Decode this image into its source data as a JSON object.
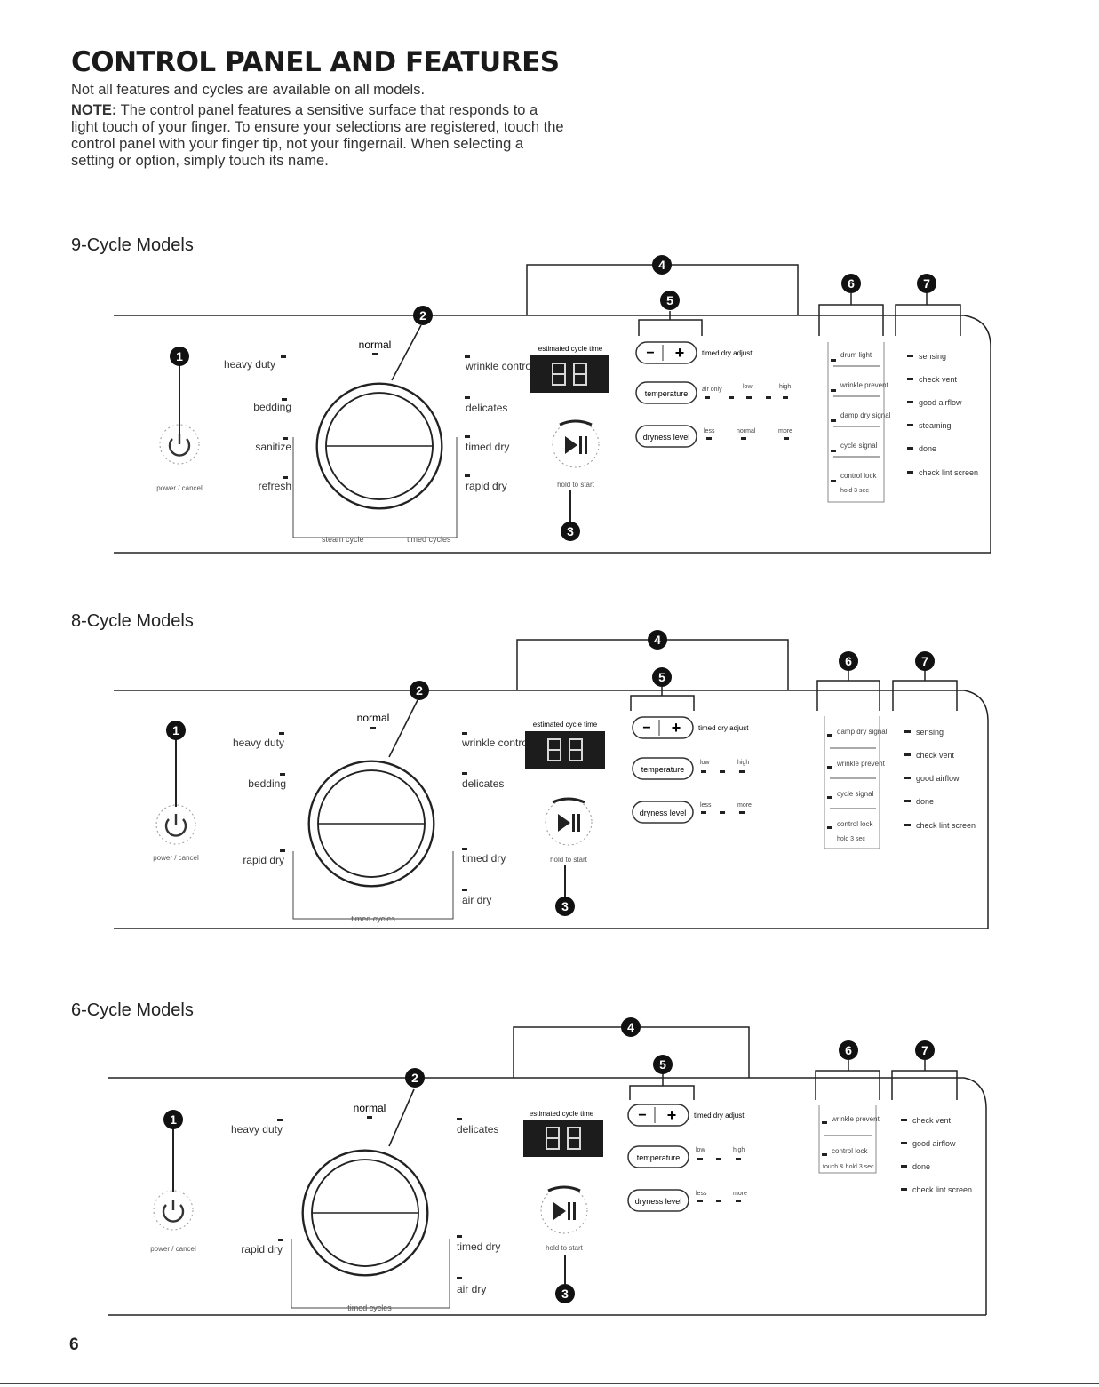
{
  "page": {
    "title": "CONTROL PANEL AND FEATURES",
    "intro": "Not all features and cycles are available on all models.",
    "note_label": "NOTE:",
    "note_text": " The control panel features a sensitive surface that responds to a light touch of your finger. To ensure your selections are registered, touch the control panel with your finger tip, not your fingernail. When selecting a setting or option, simply touch its name.",
    "page_number": "6"
  },
  "callouts": [
    "1",
    "2",
    "3",
    "4",
    "5",
    "6",
    "7"
  ],
  "models": {
    "nine": {
      "title": "9-Cycle Models",
      "power_label": "power / cancel",
      "left_cycles": [
        "heavy duty",
        "bedding",
        "sanitize",
        "refresh"
      ],
      "top_cycle": "normal",
      "right_cycles": [
        "wrinkle control",
        "delicates",
        "timed dry",
        "rapid dry"
      ],
      "group_labels": [
        "steam cycle",
        "timed cycles"
      ],
      "display_label": "estimated cycle time",
      "display_digits": "88",
      "start_label": "hold to start",
      "timed_adjust_label": "timed dry adjust",
      "temperature_label": "temperature",
      "temperature_levels": [
        "air only",
        "low",
        "high"
      ],
      "dryness_label": "dryness level",
      "dryness_levels": [
        "less",
        "normal",
        "more"
      ],
      "options": [
        "drum light",
        "wrinkle prevent",
        "damp dry signal",
        "cycle signal",
        "control lock"
      ],
      "options_hint": "hold 3 sec",
      "status": [
        "sensing",
        "check vent",
        "good airflow",
        "steaming",
        "done",
        "check lint screen"
      ]
    },
    "eight": {
      "title": "8-Cycle Models",
      "power_label": "power / cancel",
      "left_cycles": [
        "heavy duty",
        "bedding",
        "rapid dry"
      ],
      "top_cycle": "normal",
      "right_cycles": [
        "wrinkle control",
        "delicates",
        "timed dry",
        "air dry"
      ],
      "group_labels": [
        "timed cycles"
      ],
      "display_label": "estimated cycle time",
      "display_digits": "88",
      "start_label": "hold to start",
      "timed_adjust_label": "timed dry adjust",
      "temperature_label": "temperature",
      "temperature_levels": [
        "low",
        "high"
      ],
      "dryness_label": "dryness level",
      "dryness_levels": [
        "less",
        "more"
      ],
      "options": [
        "damp dry signal",
        "wrinkle prevent",
        "cycle signal",
        "control lock"
      ],
      "options_hint": "hold 3 sec",
      "status": [
        "sensing",
        "check vent",
        "good airflow",
        "done",
        "check lint screen"
      ]
    },
    "six": {
      "title": "6-Cycle Models",
      "power_label": "power / cancel",
      "left_cycles": [
        "heavy duty",
        "rapid dry"
      ],
      "top_cycle": "normal",
      "right_cycles": [
        "delicates",
        "timed dry",
        "air dry"
      ],
      "group_labels": [
        "timed cycles"
      ],
      "display_label": "estimated cycle time",
      "display_digits": "88",
      "start_label": "hold to start",
      "timed_adjust_label": "timed dry adjust",
      "temperature_label": "temperature",
      "temperature_levels": [
        "low",
        "high"
      ],
      "dryness_label": "dryness level",
      "dryness_levels": [
        "less",
        "more"
      ],
      "options": [
        "wrinkle prevent",
        "control lock"
      ],
      "options_hint": "touch & hold 3 sec",
      "status": [
        "check vent",
        "good airflow",
        "done",
        "check lint screen"
      ]
    }
  }
}
